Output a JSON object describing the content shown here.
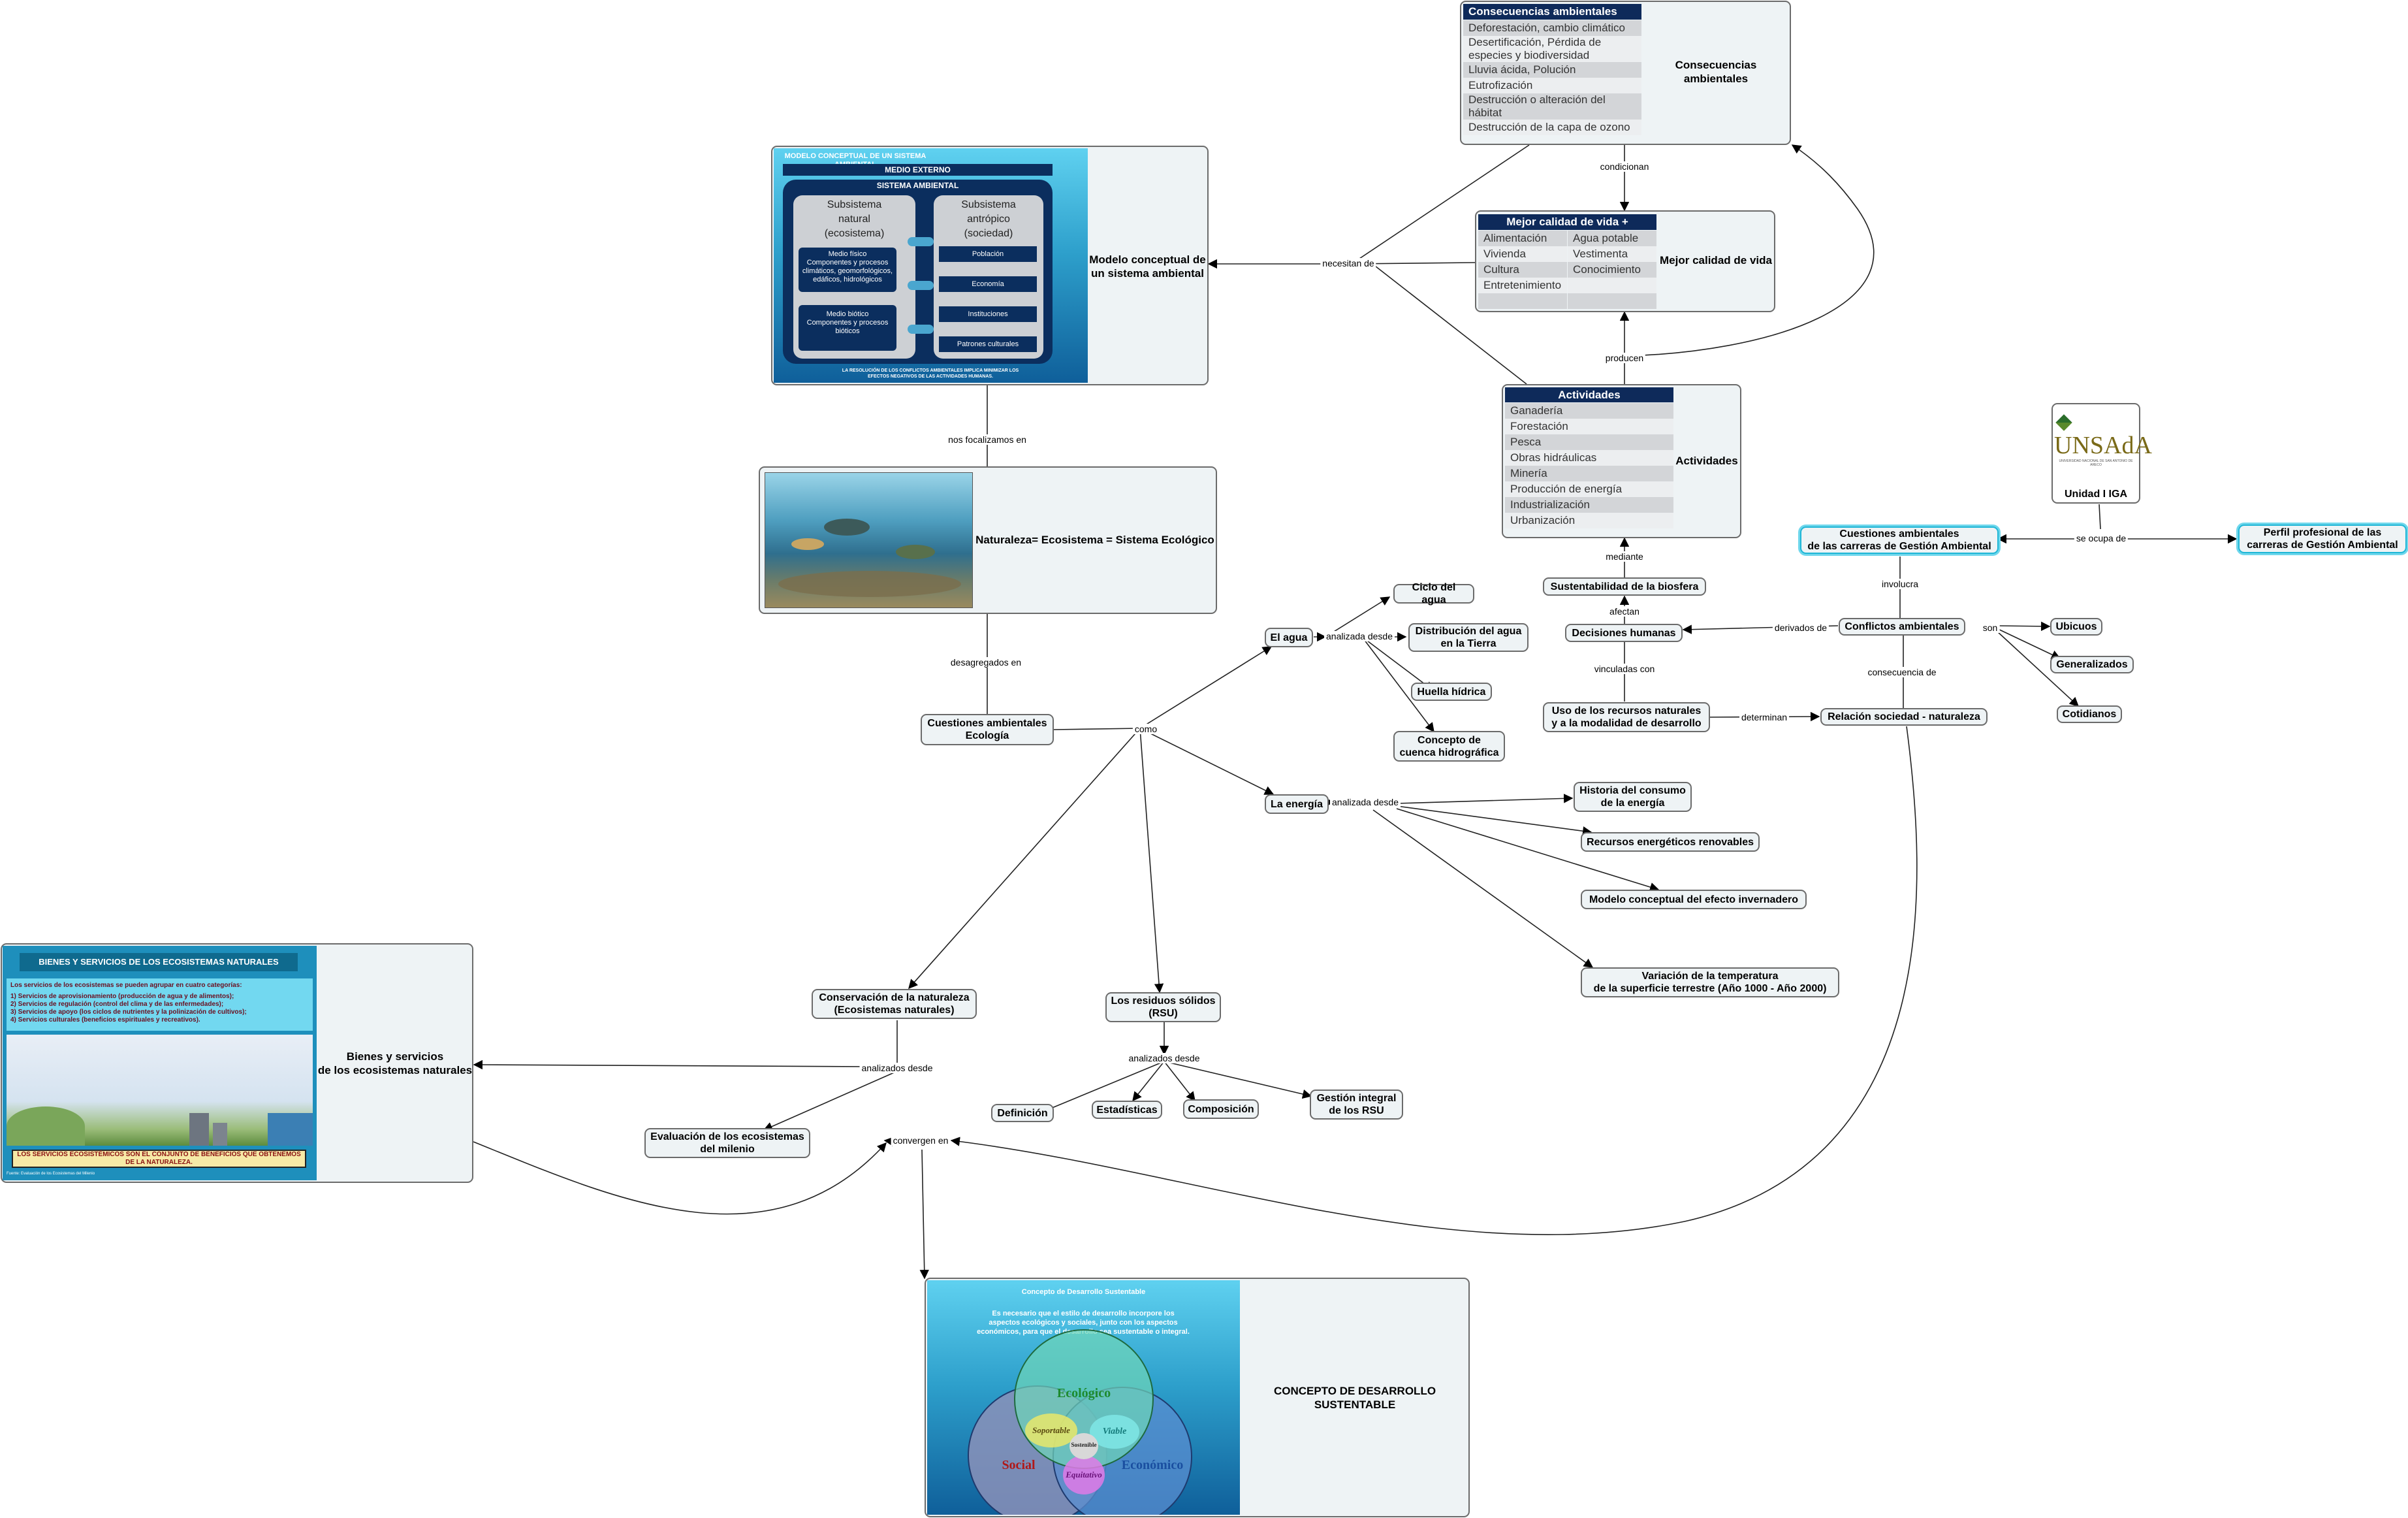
{
  "central": "Cuestiones ambientales\nEcología",
  "modelo": {
    "label": "Modelo conceptual de\nun sistema ambiental",
    "header": "MODELO CONCEPTUAL DE UN SISTEMA AMBIENTAL",
    "medio_externo": "MEDIO EXTERNO",
    "sistema": "SISTEMA AMBIENTAL",
    "natural": "Subsistema\nnatural\n(ecosistema)",
    "antropico": "Subsistema\nantrópico\n(sociedad)",
    "medio_fisico": "Medio físico\nComponentes y procesos climáticos, geomorfológicos, edáficos, hidrológicos",
    "medio_biotico": "Medio biótico\nComponentes y procesos bióticos",
    "poblacion": "Población",
    "economia": "Economía",
    "instituciones": "Instituciones",
    "patrones": "Patrones culturales",
    "footer": "LA RESOLUCIÓN DE LOS CONFLICTOS AMBIENTALES IMPLICA MINIMIZAR LOS EFECTOS NEGATIVOS DE LAS ACTIVIDADES HUMANAS."
  },
  "naturaleza": "Naturaleza= Ecosistema = Sistema Ecológico",
  "consecuencias": {
    "label": "Consecuencias ambientales",
    "title": "Consecuencias ambientales",
    "rows": [
      "Deforestación, cambio climático",
      "Desertificación, Pérdida de\nespecies y biodiversidad",
      "Lluvia ácida, Polución",
      "Eutrofización",
      "Destrucción o alteración del\nhábitat",
      "Destrucción de la capa de ozono"
    ]
  },
  "calidad": {
    "label": "Mejor calidad de vida",
    "title": "Mejor calidad de vida +",
    "left": [
      "Alimentación",
      "Vivienda",
      "Cultura",
      "Entretenimiento",
      ""
    ],
    "right": [
      "Agua potable",
      "Vestimenta",
      "Conocimiento",
      "",
      ""
    ]
  },
  "actividades": {
    "label": "Actividades",
    "title": "Actividades",
    "rows": [
      "Ganadería",
      "Forestación",
      "Pesca",
      "Obras hidráulicas",
      "Minería",
      "Producción de energía",
      "Industrialización",
      "Urbanización"
    ]
  },
  "unsada": {
    "logo": "UNSAdA",
    "sub": "UNIVERSIDAD NACIONAL DE SAN ANTONIO DE ARECO",
    "label": "Unidad I IGA"
  },
  "nodes": {
    "perfil": "Perfil profesional de las\ncarreras de Gestión Ambiental",
    "cuestiones_carreras": "Cuestiones ambientales\nde las carreras de Gestión Ambiental",
    "sustentabilidad": "Sustentabilidad de la biosfera",
    "decisiones": "Decisiones humanas",
    "conflictos": "Conflictos ambientales",
    "ubicuos": "Ubicuos",
    "generalizados": "Generalizados",
    "cotidianos": "Cotidianos",
    "uso_recursos": "Uso de los recursos naturales\ny a la modalidad de desarrollo",
    "relacion": "Relación sociedad - naturaleza",
    "agua": "El agua",
    "ciclo": "Ciclo del agua",
    "distribucion": "Distribución del agua\nen la Tierra",
    "huella": "Huella hídrica",
    "cuenca": "Concepto de\ncuenca hidrográfica",
    "energia": "La energía",
    "historia": "Historia del consumo\nde la energía",
    "renovables": "Recursos energéticos renovables",
    "invernadero": "Modelo conceptual del efecto invernadero",
    "variacion": "Variación de la temperatura\nde la superficie terrestre (Año 1000 - Año 2000)",
    "conservacion": "Conservación de la naturaleza\n(Ecosistemas naturales)",
    "residuos": "Los residuos sólidos\n(RSU)",
    "definicion": "Definición",
    "estadisticas": "Estadísticas",
    "composicion": "Composición",
    "gestion": "Gestión integral\nde los RSU",
    "evaluacion": "Evaluación de los ecosistemas\ndel milenio"
  },
  "bienes": {
    "label": "Bienes y servicios\nde los ecosistemas naturales",
    "title": "BIENES Y SERVICIOS DE LOS ECOSISTEMAS NATURALES",
    "intro": "Los servicios de los ecosistemas se pueden agrupar en cuatro categorías:",
    "items": [
      "1) Servicios de aprovisionamiento (producción de agua y de alimentos);",
      "2) Servicios de regulación (control del clima y de las enfermedades);",
      "3) Servicios de apoyo (los ciclos de nutrientes y la polinización de cultivos);",
      "4) Servicios culturales (beneficios espirituales y recreativos)."
    ],
    "footer": "LOS SERVICIOS ECOSISTÉMICOS SON EL CONJUNTO DE BENEFICIOS QUE OBTENEMOS DE LA NATURALEZA.",
    "source": "Fuente: Evaluación de los Ecosistemas del Milenio"
  },
  "desarrollo": {
    "label": "CONCEPTO DE DESARROLLO SUSTENTABLE",
    "title": "Concepto de Desarrollo Sustentable",
    "text": "Es necesario que el estilo de desarrollo incorpore los aspectos ecológicos y sociales, junto con los aspectos económicos, para que el desarrollo sea sustentable o integral.",
    "ecologico": "Ecológico",
    "social": "Social",
    "economico": "Económico",
    "soportable": "Soportable",
    "viable": "Viable",
    "equitativo": "Equitativo",
    "sostenible": "Sostenible"
  },
  "edge_labels": {
    "necesitan": "necesitan de",
    "condicionan": "condicionan",
    "producen": "producen",
    "mediante": "mediante",
    "afectan": "afectan",
    "vinculadas": "vinculadas con",
    "derivados": "derivados de",
    "son": "son",
    "involucra": "involucra",
    "se_ocupa": "se ocupa de",
    "consecuencia": "consecuencia de",
    "determinan": "determinan",
    "nos_focalizamos": "nos focalizamos en",
    "desagregados": "desagregados en",
    "como": "como",
    "analizada_agua": "analizada desde",
    "analizada_energia": "analizada desde",
    "analizados_residuos": "analizados desde",
    "analizados_conservacion": "analizados desde",
    "convergen": "convergen en"
  }
}
